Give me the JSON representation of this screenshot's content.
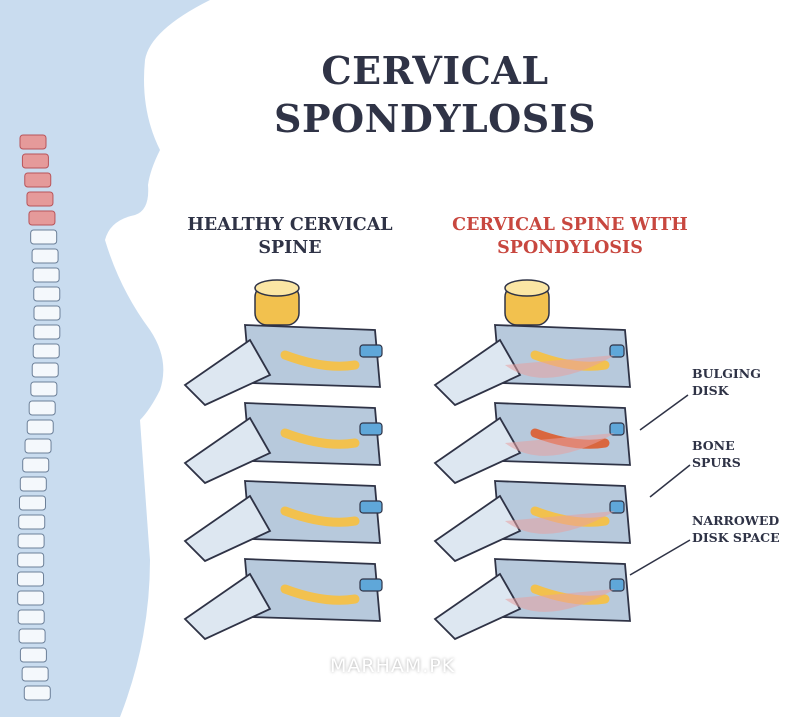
{
  "title": {
    "line1": "CERVICAL",
    "line2": "SPONDYLOSIS"
  },
  "panels": {
    "healthy": {
      "line1": "HEALTHY CERVICAL",
      "line2": "SPINE"
    },
    "spondylosis": {
      "line1": "CERVICAL SPINE WITH",
      "line2": "SPONDYLOSIS"
    }
  },
  "callouts": [
    {
      "line1": "BULGING",
      "line2": "DISK"
    },
    {
      "line1": "BONE",
      "line2": "SPURS"
    },
    {
      "line1": "NARROWED",
      "line2": "DISK SPACE"
    }
  ],
  "watermark": "MARHAM.PK",
  "colors": {
    "title": "#2f3346",
    "healthy_label": "#2f3346",
    "spondylosis_label": "#c8473f",
    "silhouette": "#c9dcef",
    "vertebra": "#b7c9dc",
    "nerve": "#f2c14e",
    "disk": "#5fa7d9",
    "inflamed": "#e7a1a1"
  }
}
